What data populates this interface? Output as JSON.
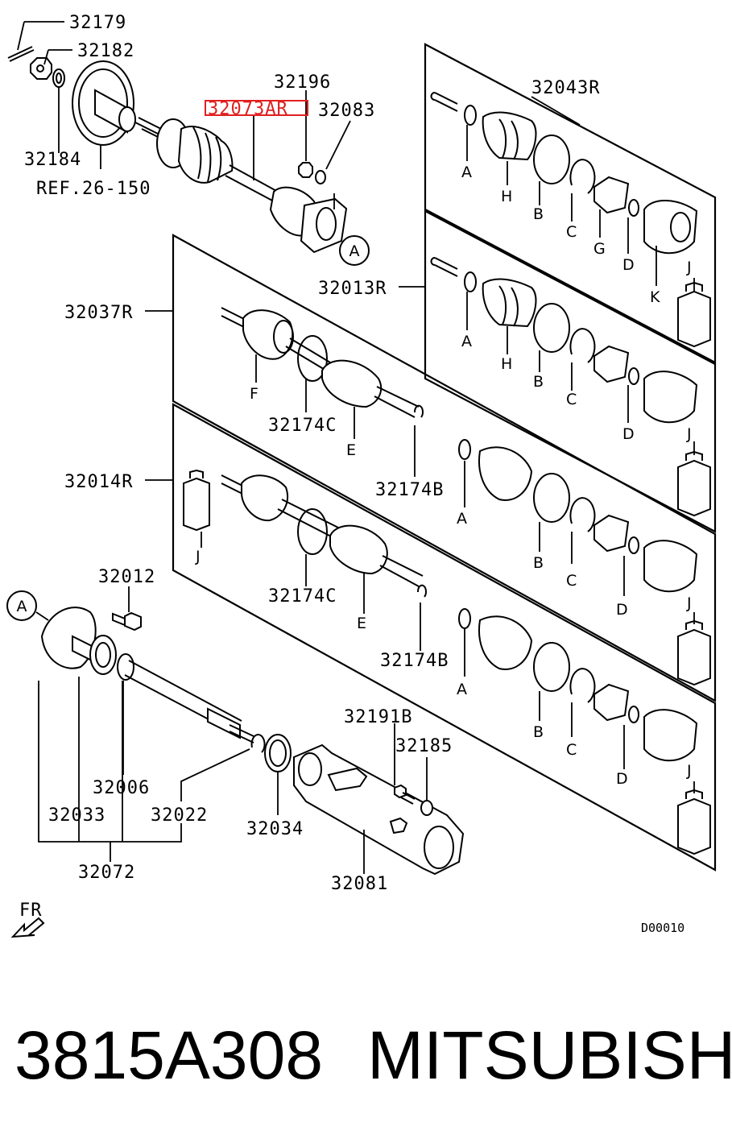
{
  "labels": {
    "l32179": "32179",
    "l32182": "32182",
    "l32184": "32184",
    "ref": "REF.26-150",
    "l32196": "32196",
    "l32073": "32073AR",
    "l32083": "32083",
    "l32043": "32043R",
    "l32013": "32013R",
    "l32037": "32037R",
    "l32014": "32014R",
    "l32174c1": "32174C",
    "l32174c2": "32174C",
    "l32174b1": "32174B",
    "l32174b2": "32174B",
    "l32012": "32012",
    "l32006": "32006",
    "l32033": "32033",
    "l32022": "32022",
    "l32072": "32072",
    "l32034": "32034",
    "l32191": "32191B",
    "l32185": "32185",
    "l32081": "32081",
    "fr": "FR",
    "code": "D00010"
  },
  "letters": {
    "a": "A",
    "b": "B",
    "c": "C",
    "d": "D",
    "e": "E",
    "f": "F",
    "g": "G",
    "h": "H",
    "j": "J",
    "k": "K"
  },
  "callout": "A",
  "highlight_color": "#e02020",
  "footer": {
    "part_number": "3815A308",
    "brand": "MITSUBISHI"
  }
}
